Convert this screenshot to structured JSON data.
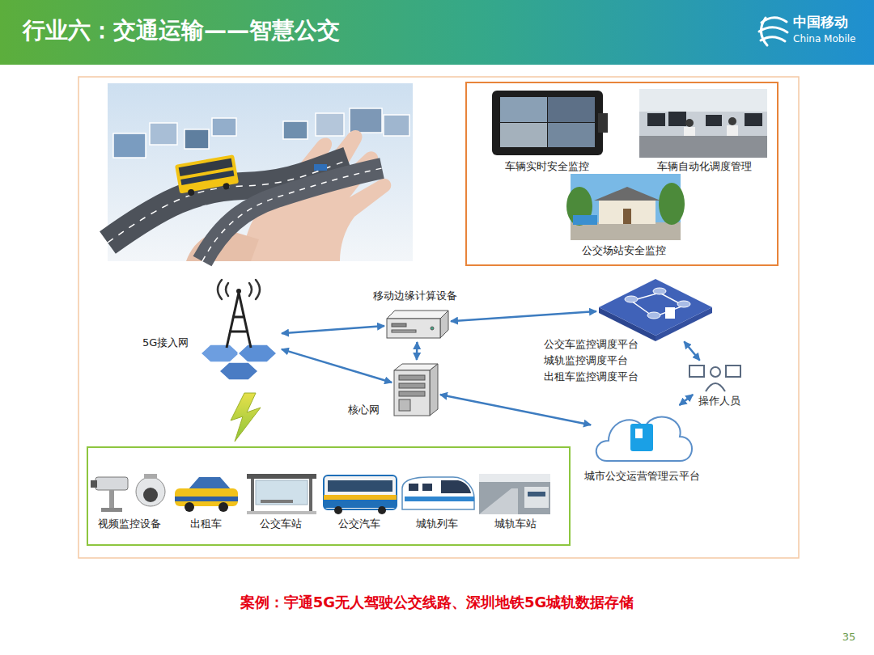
{
  "diagram": {
    "title": "行业六：交通运输——智慧公交",
    "caption": "案例：宇通5G无人驾驶公交线路、深圳地铁5G城轨数据存储",
    "nodes": [
      {
        "text": []
      },
      {
        "text": [
          "车辆实时安全监控"
        ],
        "in": 0
      },
      {
        "text": [
          "车辆自动化调度管理"
        ],
        "in": 0
      },
      {
        "text": [
          "公交场站安全监控"
        ],
        "in": 0
      },
      {
        "text": [
          "5G接入网"
        ]
      },
      {
        "text": [
          "移动边缘计算设备"
        ]
      },
      {
        "text": [
          "核心网"
        ]
      },
      {
        "text": [
          "公交车监控调度平台",
          "城轨监控调度平台",
          "出租车监控调度平台"
        ]
      },
      {
        "text": [
          "操作人员"
        ]
      },
      {
        "text": [
          "城市公交运营管理云平台"
        ]
      },
      {
        "text": []
      },
      {
        "text": [
          "视频监控设备"
        ],
        "in": 10
      },
      {
        "text": [
          "出租车"
        ],
        "in": 10
      },
      {
        "text": [
          "公交车站"
        ],
        "in": 10
      },
      {
        "text": [
          "公交汽车"
        ],
        "in": 10
      },
      {
        "text": [
          "城轨列车"
        ],
        "in": 10
      },
      {
        "text": [
          "城轨车站"
        ],
        "in": 10
      }
    ],
    "edges": [
      {
        "from": 4,
        "to": 5,
        "arrow": "both"
      },
      {
        "from": 4,
        "to": 6,
        "arrow": "both"
      },
      {
        "from": 5,
        "to": 6,
        "arrow": "both"
      },
      {
        "from": 5,
        "to": 7,
        "arrow": "both"
      },
      {
        "from": 6,
        "to": 9,
        "arrow": "both"
      },
      {
        "from": 7,
        "to": 8,
        "arrow": "both"
      },
      {
        "from": 8,
        "to": 9,
        "arrow": "both"
      }
    ],
    "labels": [
      "中国移动",
      "China Mobile",
      "35"
    ]
  }
}
